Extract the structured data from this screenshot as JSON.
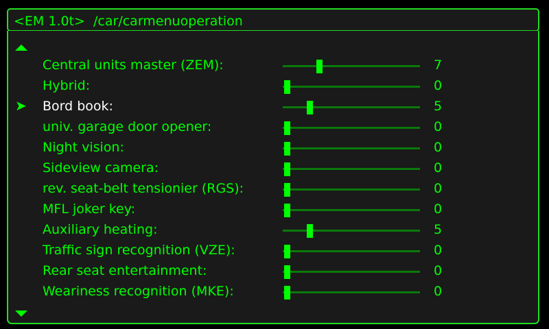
{
  "header": {
    "title": "<EM 1.0t>  /car/carmenuoperation"
  },
  "colors": {
    "accent": "#00ff00",
    "border": "#22dd22",
    "panel": "#1a1a1a",
    "selected_text": "#ffffff",
    "track": "#0a7a0a"
  },
  "slider_max": 30,
  "selected_index": 2,
  "items": [
    {
      "label": "Central units master (ZEM):",
      "value": 7
    },
    {
      "label": "Hybrid:",
      "value": 0
    },
    {
      "label": "Bord book:",
      "value": 5
    },
    {
      "label": "univ. garage door opener:",
      "value": 0
    },
    {
      "label": "Night vision:",
      "value": 0
    },
    {
      "label": "Sideview camera:",
      "value": 0
    },
    {
      "label": "rev. seat-belt tensionier (RGS):",
      "value": 0
    },
    {
      "label": "MFL joker key:",
      "value": 0
    },
    {
      "label": "Auxiliary heating:",
      "value": 5
    },
    {
      "label": "Traffic sign recognition (VZE):",
      "value": 0
    },
    {
      "label": "Rear seat entertainment:",
      "value": 0
    },
    {
      "label": "Weariness recognition (MKE):",
      "value": 0
    }
  ]
}
